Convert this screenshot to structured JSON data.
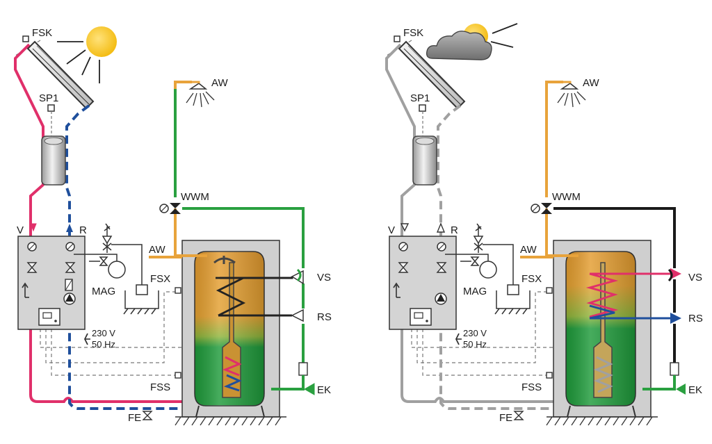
{
  "colors": {
    "solar_flow": "#e0306a",
    "solar_return": "#1f4f9c",
    "hot_water": "#e8a33b",
    "cold_water": "#2aa040",
    "tank_hot": "#e39a2e",
    "tank_cold": "#1e9a3a",
    "heating": "#1a1a1a",
    "inactive": "#a0a0a0",
    "sensor_line": "#777777",
    "station": "#d4d4d4"
  },
  "left": {
    "weather_icon": "sun-icon",
    "labels": {
      "fsk": "FSK",
      "sp1": "SP1",
      "aw_top": "AW",
      "wwm": "WWM",
      "aw_side": "AW",
      "v": "V",
      "r": "R",
      "mag": "MAG",
      "fsx": "FSX",
      "fss": "FSS",
      "vs": "VS",
      "rs": "RS",
      "ek": "EK",
      "fe": "FE",
      "volt": "230 V",
      "hz": "50 Hz"
    }
  },
  "right": {
    "weather_icon": "cloud-sun-icon",
    "labels": {
      "fsk": "FSK",
      "sp1": "SP1",
      "aw_top": "AW",
      "wwm": "WWM",
      "aw_side": "AW",
      "v": "V",
      "r": "R",
      "mag": "MAG",
      "fsx": "FSX",
      "fss": "FSS",
      "vs": "VS",
      "rs": "RS",
      "ek": "EK",
      "fe": "FE",
      "volt": "230 V",
      "hz": "50 Hz"
    }
  }
}
